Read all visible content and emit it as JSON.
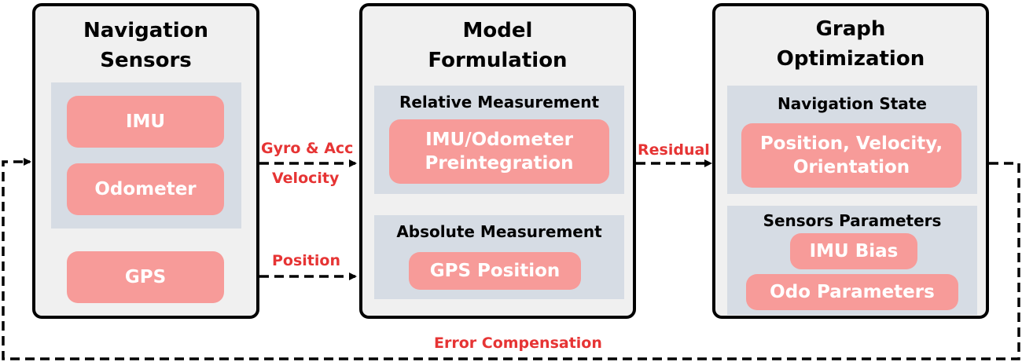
{
  "panels": {
    "sensors": {
      "title_line1": "Navigation",
      "title_line2": "Sensors"
    },
    "model": {
      "title_line1": "Model",
      "title_line2": "Formulation"
    },
    "graph": {
      "title_line1": "Graph",
      "title_line2": "Optimization"
    }
  },
  "sensors": {
    "imu": "IMU",
    "odometer": "Odometer",
    "gps": "GPS"
  },
  "model": {
    "relative": {
      "title": "Relative Measurement",
      "item_line1": "IMU/Odometer",
      "item_line2": "Preintegration"
    },
    "absolute": {
      "title": "Absolute Measurement",
      "item": "GPS Position"
    }
  },
  "graph": {
    "state": {
      "title": "Navigation State",
      "item_line1": "Position, Velocity,",
      "item_line2": "Orientation"
    },
    "params": {
      "title": "Sensors Parameters",
      "item1": "IMU Bias",
      "item2": "Odo Parameters"
    }
  },
  "edges": {
    "gyro_acc": "Gyro & Acc",
    "velocity": "Velocity",
    "position": "Position",
    "residual": "Residual",
    "error_compensation": "Error Compensation"
  },
  "colors": {
    "pill": "#f79b99",
    "group": "#d6dce4",
    "panel": "#f0f0f0",
    "label": "#e63434"
  }
}
